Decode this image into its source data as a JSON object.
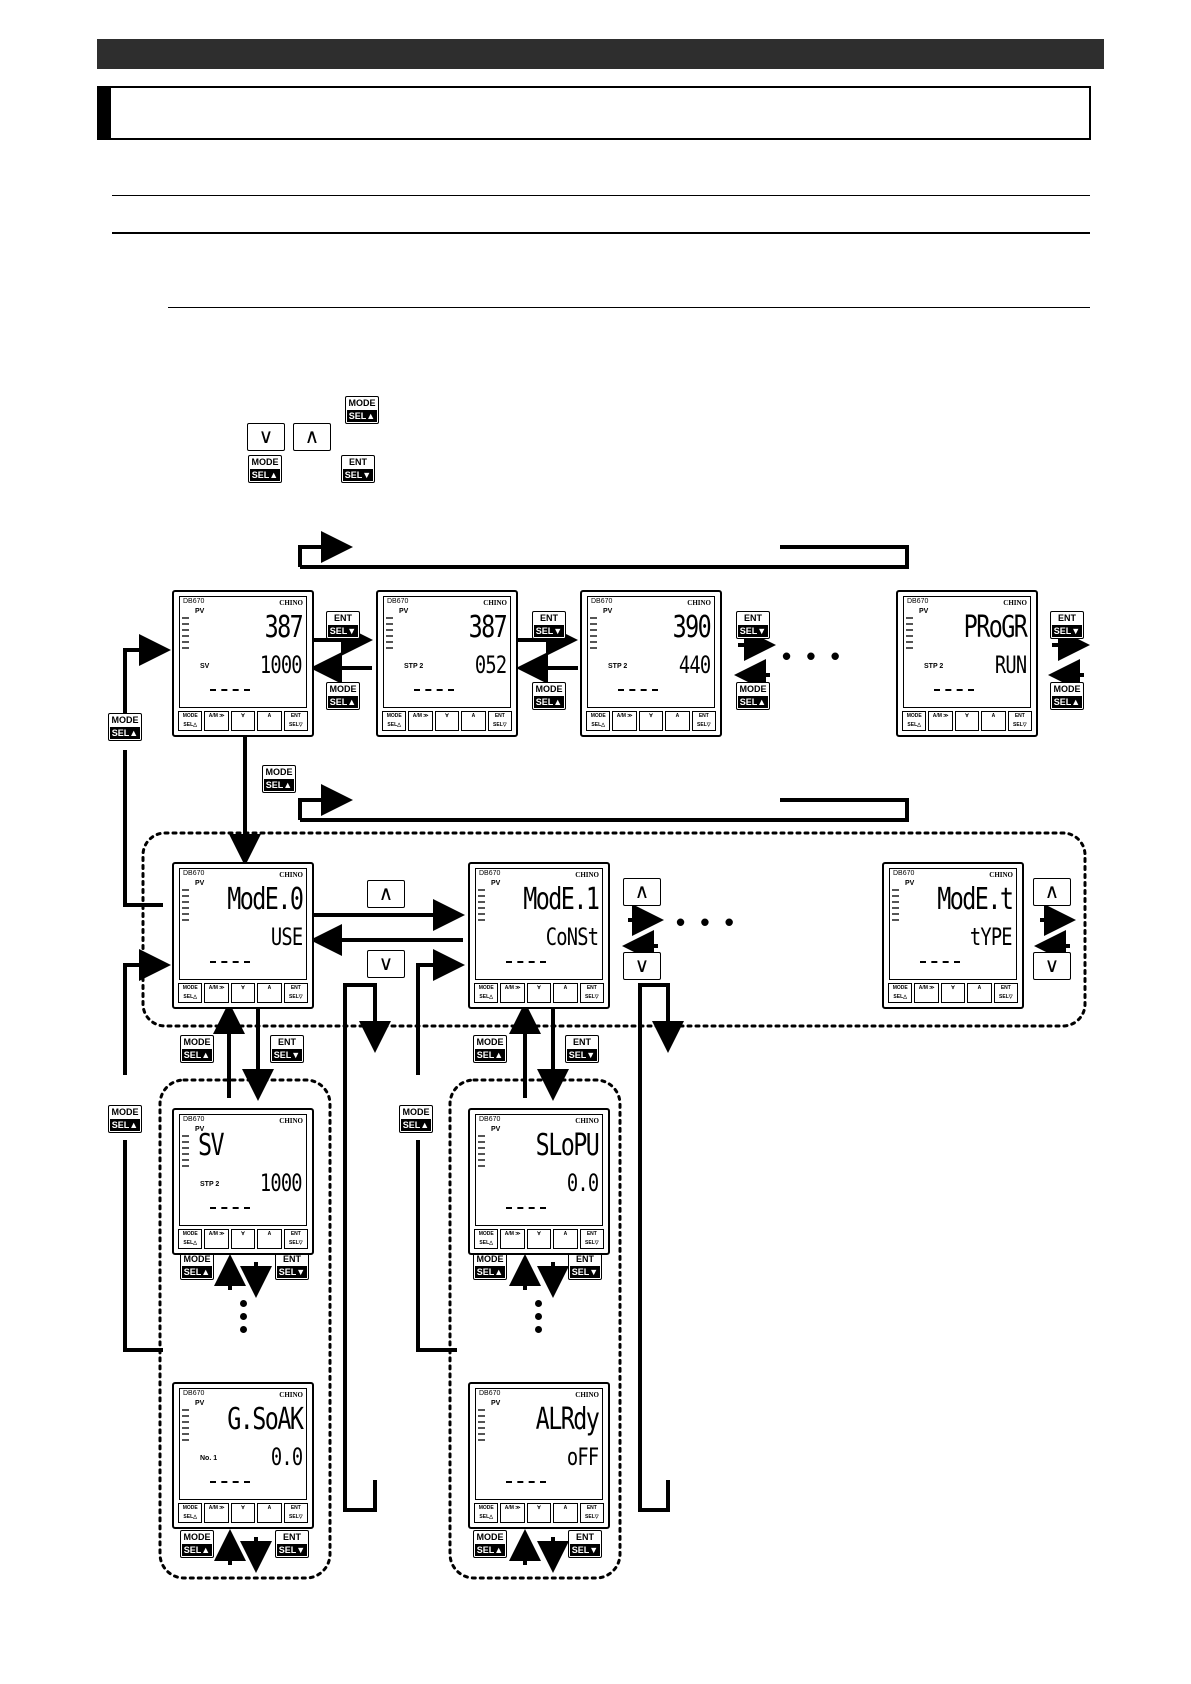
{
  "keys": {
    "mode_top": "MODE",
    "mode_bottom": "SEL▲",
    "ent_top": "ENT",
    "ent_bottom": "SEL▼",
    "down": "∨",
    "up": "∧"
  },
  "controller": {
    "model": "DB670",
    "brand": "CHINO",
    "pv": "PV",
    "buttons": [
      "MODE SEL△",
      "A/M ≫",
      "∀",
      "A",
      "ENT SEL▽"
    ]
  },
  "top_row": [
    {
      "main": "387",
      "sub": "1000",
      "label": "SV"
    },
    {
      "main": "387",
      "sub": "052",
      "label": "STP 2"
    },
    {
      "main": "390",
      "sub": "440",
      "label": "STP 2"
    },
    {
      "main": "PRoGR",
      "sub": "RUN",
      "label": "STP 2"
    }
  ],
  "mode_row": [
    {
      "main": "ModE.0",
      "sub": "USE"
    },
    {
      "main": "ModE.1",
      "sub": "CoNSt"
    },
    {
      "main": "ModE.t",
      "sub": "tYPE"
    }
  ],
  "sub_left": [
    {
      "main": "SV",
      "sub": "1000",
      "label": "STP 2"
    },
    {
      "main": "G.SoAK",
      "sub": "0.0",
      "label": "No. 1"
    }
  ],
  "sub_right": [
    {
      "main": "SLoPU",
      "sub": "0.0"
    },
    {
      "main": "ALRdy",
      "sub": "oFF"
    }
  ],
  "ellipsis": "• • •"
}
